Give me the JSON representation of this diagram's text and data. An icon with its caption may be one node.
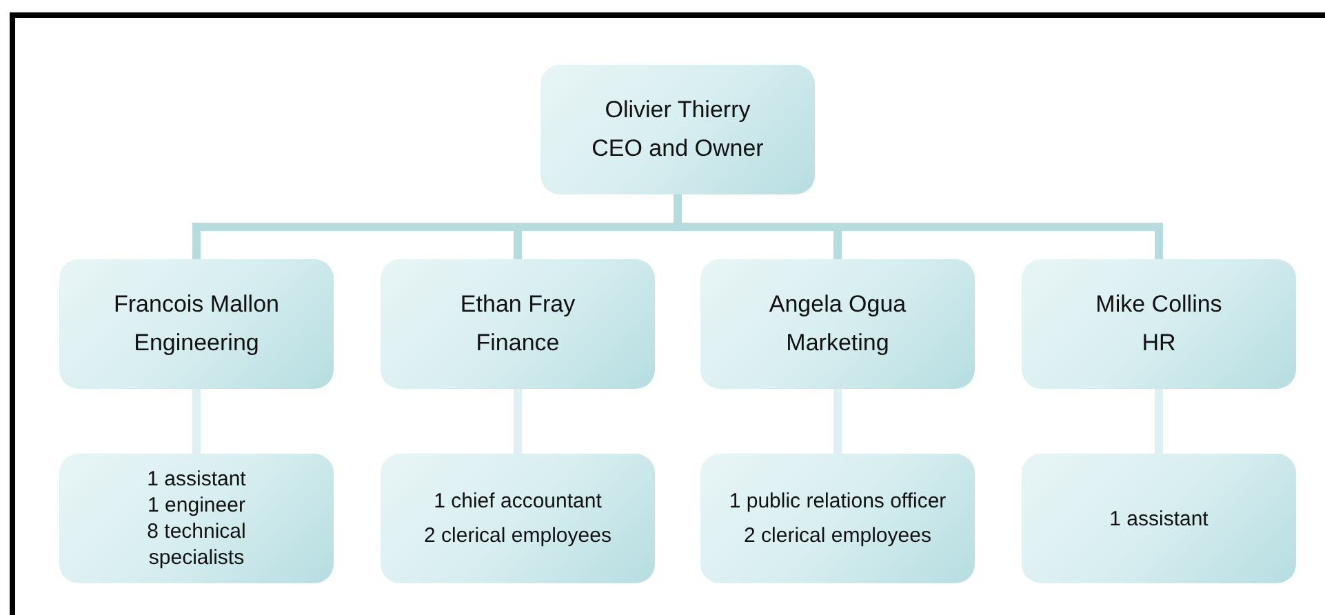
{
  "diagram": {
    "nodes": [
      {
        "text": [
          "Olivier Thierry",
          "CEO and Owner"
        ]
      },
      {
        "text": [
          "Francois Mallon",
          "Engineering"
        ]
      },
      {
        "text": [
          "Ethan Fray",
          "Finance"
        ]
      },
      {
        "text": [
          "Angela Ogua",
          "Marketing"
        ]
      },
      {
        "text": [
          "Mike Collins",
          "HR"
        ]
      },
      {
        "text": [
          "1 assistant",
          "1 engineer",
          "8 technical specialists"
        ]
      },
      {
        "text": [
          "1 chief accountant",
          "2 clerical employees"
        ]
      },
      {
        "text": [
          "1 public relations officer",
          "2 clerical employees"
        ]
      },
      {
        "text": [
          "1 assistant"
        ]
      }
    ],
    "edges": [
      {
        "from": 0,
        "to": 1,
        "arrow": "none"
      },
      {
        "from": 0,
        "to": 2,
        "arrow": "none"
      },
      {
        "from": 0,
        "to": 3,
        "arrow": "none"
      },
      {
        "from": 0,
        "to": 4,
        "arrow": "none"
      },
      {
        "from": 1,
        "to": 5,
        "arrow": "none",
        "color": "#dff0f2"
      },
      {
        "from": 2,
        "to": 6,
        "arrow": "none",
        "color": "#dff0f2"
      },
      {
        "from": 3,
        "to": 7,
        "arrow": "none",
        "color": "#dff0f2"
      },
      {
        "from": 4,
        "to": 8,
        "arrow": "none",
        "color": "#dff0f2"
      }
    ]
  }
}
